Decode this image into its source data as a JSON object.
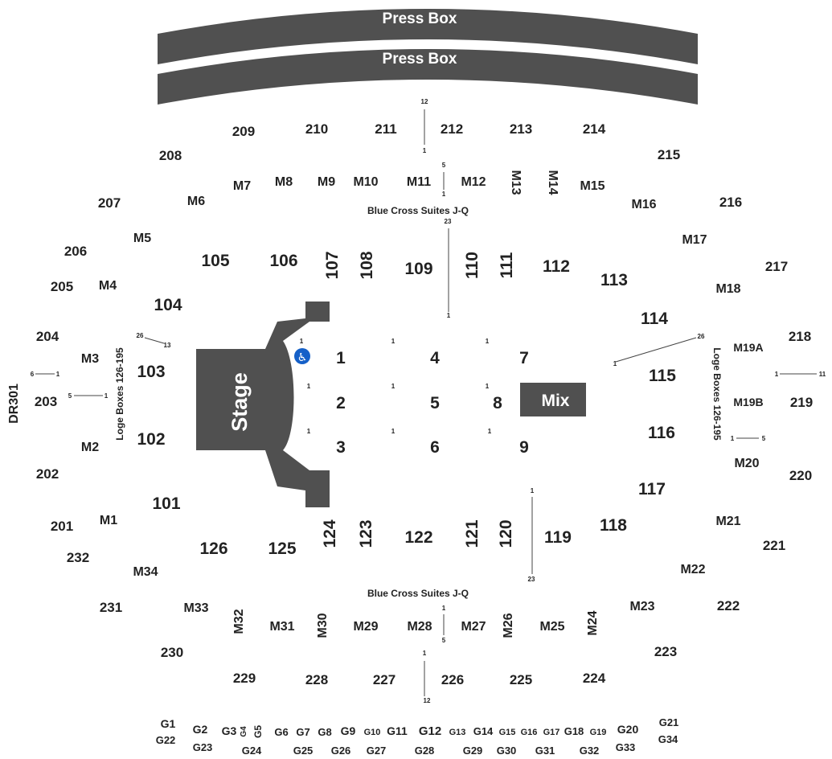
{
  "colors": {
    "structure": "#505050",
    "text": "#222222",
    "label_light": "#ffffff",
    "accessible": "#1560c8"
  },
  "press_box": {
    "upper_label": "Press Box",
    "lower_label": "Press Box"
  },
  "stage": {
    "label": "Stage"
  },
  "mix": {
    "label": "Mix"
  },
  "accessible_icon": "wheelchair-icon",
  "suites": {
    "top_label": "Blue Cross Suites J-Q",
    "bottom_label": "Blue Cross Suites J-Q"
  },
  "loge": {
    "left_label": "Loge Boxes 126-195",
    "right_label": "Loge Boxes 126-195"
  },
  "side_label": "DR301",
  "floor_sections": [
    "1",
    "2",
    "3",
    "4",
    "5",
    "6",
    "7",
    "8",
    "9"
  ],
  "lower_sections": [
    "101",
    "102",
    "103",
    "104",
    "105",
    "106",
    "107",
    "108",
    "109",
    "110",
    "111",
    "112",
    "113",
    "114",
    "115",
    "116",
    "117",
    "118",
    "119",
    "120",
    "121",
    "122",
    "123",
    "124",
    "125",
    "126"
  ],
  "upper_sections": [
    "201",
    "202",
    "203",
    "204",
    "205",
    "206",
    "207",
    "208",
    "209",
    "210",
    "211",
    "212",
    "213",
    "214",
    "215",
    "216",
    "217",
    "218",
    "219",
    "220",
    "221",
    "222",
    "223",
    "224",
    "225",
    "226",
    "227",
    "228",
    "229",
    "230",
    "231",
    "232"
  ],
  "mezzanine_sections": [
    "M1",
    "M2",
    "M3",
    "M4",
    "M5",
    "M6",
    "M7",
    "M8",
    "M9",
    "M10",
    "M11",
    "M12",
    "M13",
    "M14",
    "M15",
    "M16",
    "M17",
    "M18",
    "M19A",
    "M19B",
    "M20",
    "M21",
    "M22",
    "M23",
    "M24",
    "M25",
    "M26",
    "M27",
    "M28",
    "M29",
    "M30",
    "M31",
    "M32",
    "M33",
    "M34"
  ],
  "g_sections": [
    "G1",
    "G2",
    "G3",
    "G4",
    "G5",
    "G6",
    "G7",
    "G8",
    "G9",
    "G10",
    "G11",
    "G12",
    "G13",
    "G14",
    "G15",
    "G16",
    "G17",
    "G18",
    "G19",
    "G20",
    "G21",
    "G22",
    "G23",
    "G24",
    "G25",
    "G26",
    "G27",
    "G28",
    "G29",
    "G30",
    "G31",
    "G32",
    "G33",
    "G34"
  ],
  "row_markers": [
    "12",
    "1",
    "5",
    "1",
    "23",
    "1",
    "26",
    "13",
    "6",
    "1",
    "5",
    "1",
    "26",
    "1",
    "1",
    "11",
    "1",
    "5",
    "1",
    "23",
    "1",
    "5",
    "1",
    "12",
    "1",
    "1",
    "1",
    "1",
    "1",
    "1",
    "1",
    "1",
    "1",
    "1"
  ]
}
